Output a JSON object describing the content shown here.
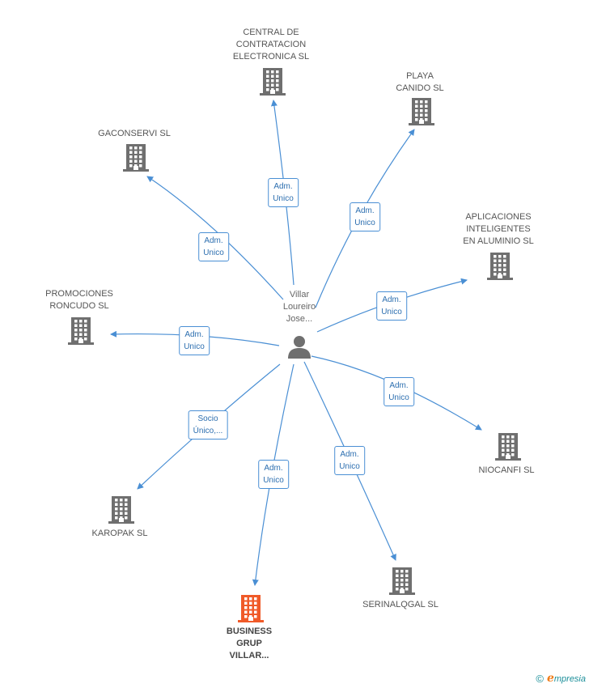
{
  "person": {
    "name_lines": [
      "Villar",
      "Loureiro",
      "Jose..."
    ]
  },
  "colors": {
    "edge": "#4a8fd4",
    "building_default": "#6f6f6f",
    "building_highlight": "#f05a28",
    "person_icon": "#6f6f6f"
  },
  "companies": [
    {
      "id": "central",
      "name_lines": [
        "CENTRAL DE",
        "CONTRATACION",
        "ELECTRONICA SL"
      ],
      "role_lines": [
        "Adm.",
        "Unico"
      ],
      "highlight": false
    },
    {
      "id": "playa",
      "name_lines": [
        "PLAYA",
        "CANIDO SL"
      ],
      "role_lines": [
        "Adm.",
        "Unico"
      ],
      "highlight": false
    },
    {
      "id": "gaconservi",
      "name_lines": [
        "GACONSERVI SL"
      ],
      "role_lines": [
        "Adm.",
        "Unico"
      ],
      "highlight": false
    },
    {
      "id": "aplicaciones",
      "name_lines": [
        "APLICACIONES",
        "INTELIGENTES",
        "EN ALUMINIO SL"
      ],
      "role_lines": [
        "Adm.",
        "Unico"
      ],
      "highlight": false
    },
    {
      "id": "promociones",
      "name_lines": [
        "PROMOCIONES",
        "RONCUDO SL"
      ],
      "role_lines": [
        "Adm.",
        "Unico"
      ],
      "highlight": false
    },
    {
      "id": "niocanfi",
      "name_lines": [
        "NIOCANFI SL"
      ],
      "role_lines": [
        "Adm.",
        "Unico"
      ],
      "highlight": false
    },
    {
      "id": "karopak",
      "name_lines": [
        "KAROPAK SL"
      ],
      "role_lines": [
        "Socio",
        "Único,..."
      ],
      "highlight": false
    },
    {
      "id": "serinalqgal",
      "name_lines": [
        "SERINALQGAL SL"
      ],
      "role_lines": [
        "Adm.",
        "Unico"
      ],
      "highlight": false
    },
    {
      "id": "business",
      "name_lines": [
        "BUSINESS",
        "GRUP",
        "VILLAR..."
      ],
      "role_lines": [
        "Adm.",
        "Unico"
      ],
      "highlight": true
    }
  ],
  "brand": {
    "copyright_symbol": "©",
    "logo_letter": "e",
    "logo_rest": "mpresia"
  }
}
